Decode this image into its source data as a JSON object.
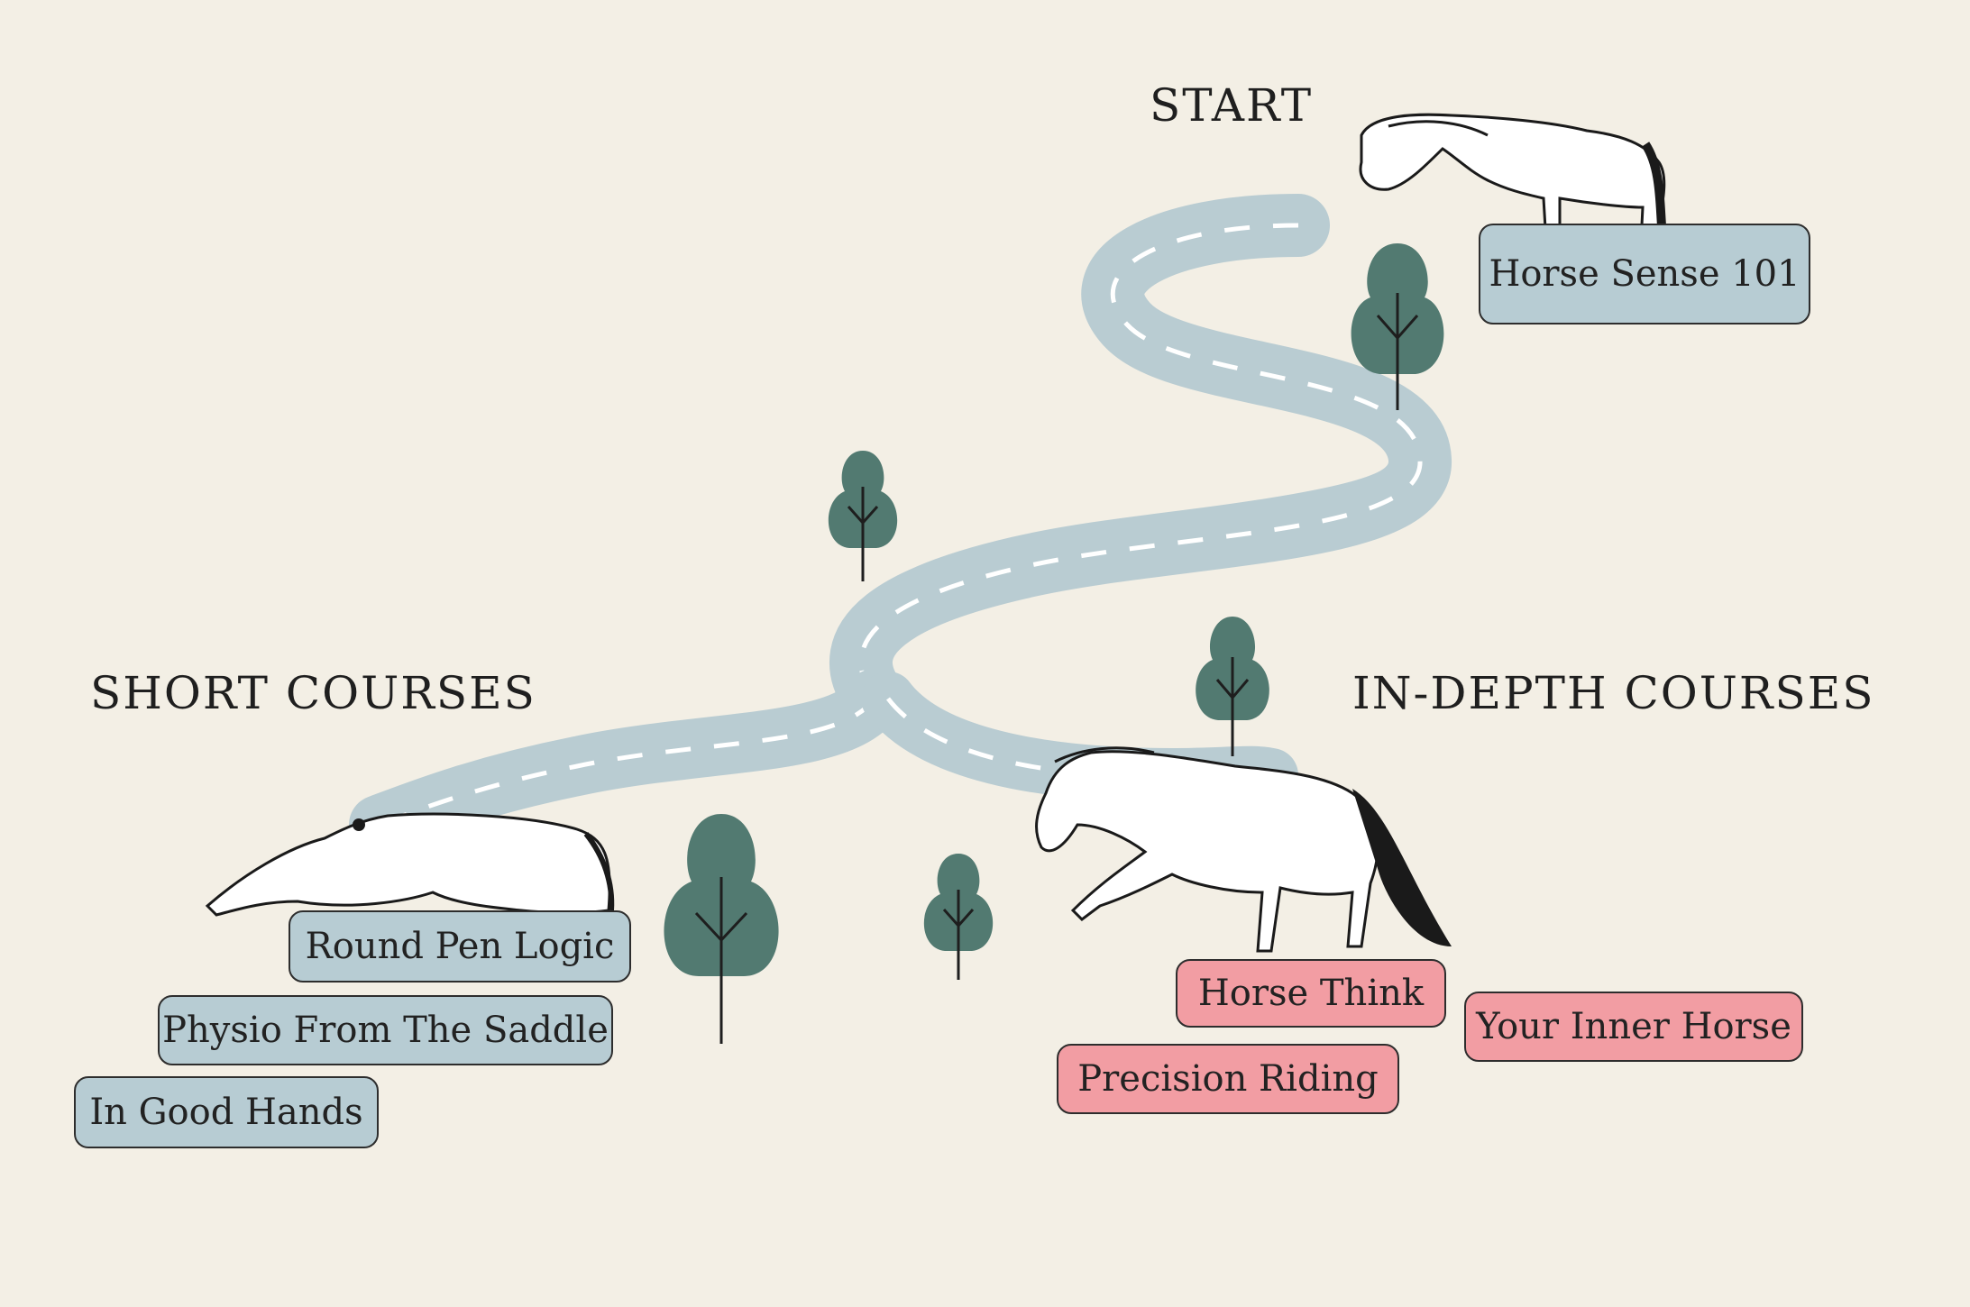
{
  "headings": {
    "start": "START",
    "short": "SHORT COURSES",
    "indepth": "IN-DEPTH COURSES"
  },
  "courses": {
    "horse_sense": "Horse Sense 101",
    "round_pen": "Round Pen Logic",
    "physio": "Physio From The Saddle",
    "good_hands": "In Good Hands",
    "horse_think": "Horse Think",
    "inner_horse": "Your Inner Horse",
    "precision": "Precision Riding"
  },
  "colors": {
    "background": "#f3efe5",
    "road": "#b9ccd2",
    "tree": "#527a71",
    "short_course_fill": "#b7ccd3",
    "indepth_course_fill": "#f29da3"
  },
  "icons": [
    "standing-horse-icon",
    "bowing-horse-icon",
    "trotting-horse-icon",
    "tree-icon"
  ]
}
